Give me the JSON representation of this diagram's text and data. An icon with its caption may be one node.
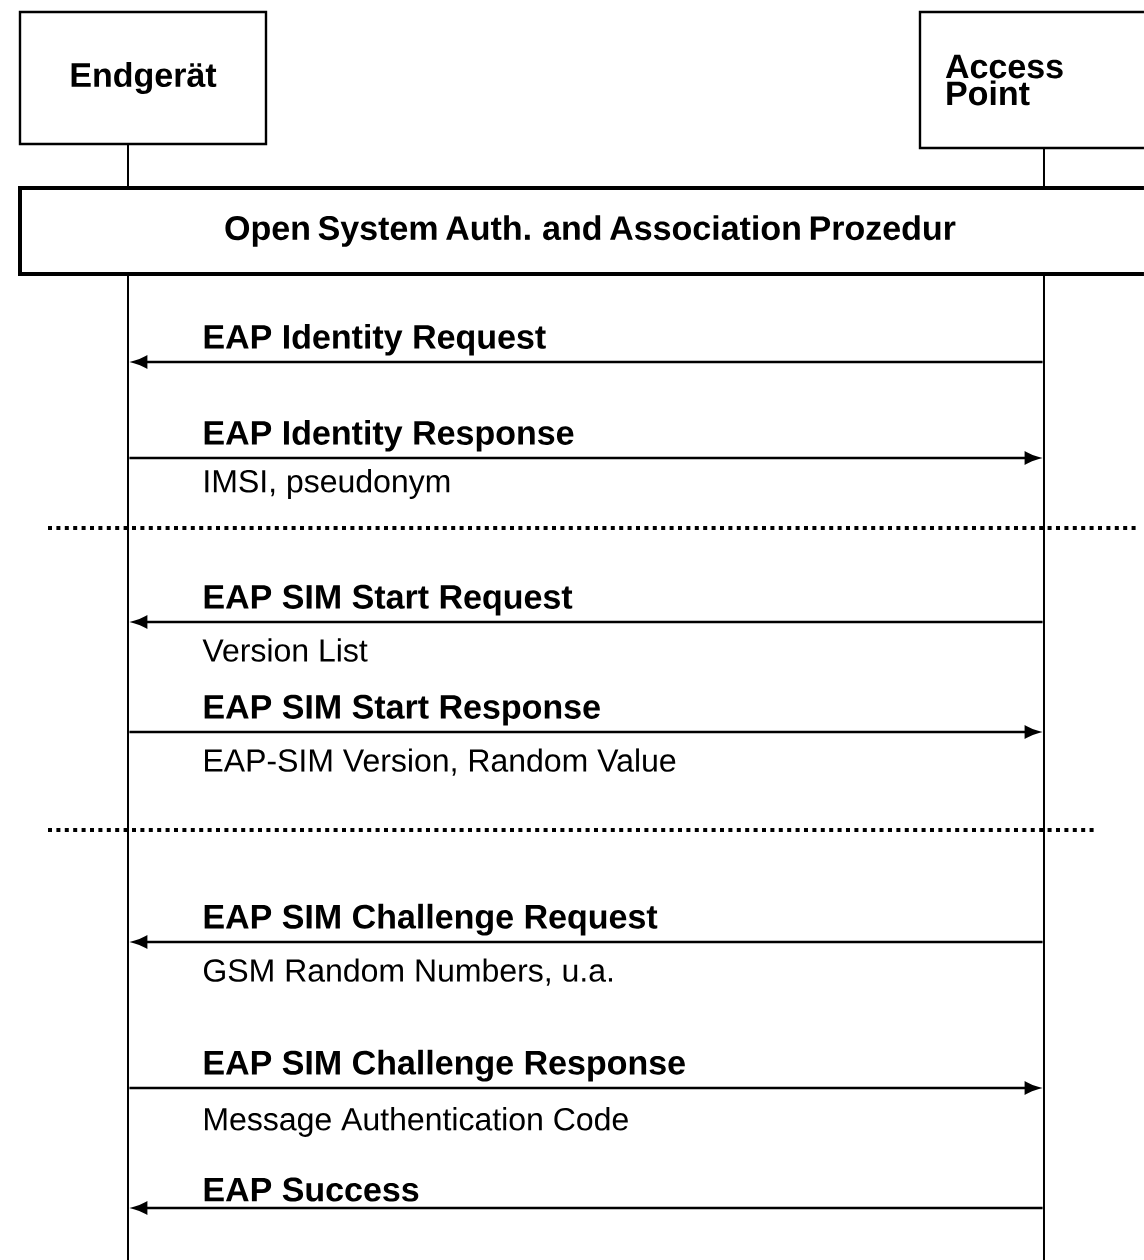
{
  "diagram": {
    "nodes": [
      {
        "text": [
          "Endgerät"
        ]
      },
      {
        "text": [
          "Access Point"
        ]
      },
      {
        "text": [
          "Open System Auth. and Association Prozedur"
        ]
      },
      {
        "text": [],
        "shape": "line"
      },
      {
        "text": [],
        "shape": "line"
      }
    ],
    "edges": [
      {
        "from": 4,
        "to": 3,
        "arrow": "to",
        "label": "EAP Identity Request"
      },
      {
        "from": 3,
        "to": 4,
        "arrow": "to",
        "label": "EAP Identity Response"
      },
      {
        "from": 4,
        "to": 3,
        "arrow": "to",
        "label": "EAP SIM Start Request"
      },
      {
        "from": 3,
        "to": 4,
        "arrow": "to",
        "label": "EAP SIM Start Response"
      },
      {
        "from": 4,
        "to": 3,
        "arrow": "to",
        "label": "EAP SIM Challenge Request"
      },
      {
        "from": 3,
        "to": 4,
        "arrow": "to",
        "label": "EAP SIM Challenge Response"
      },
      {
        "from": 4,
        "to": 3,
        "arrow": "to",
        "label": "EAP Success"
      }
    ],
    "labels": [
      "IMSI, pseudonym",
      "Version List",
      "EAP-SIM Version, Random Value",
      "GSM Random Numbers, u.a.",
      "Message Authentication Code"
    ]
  }
}
